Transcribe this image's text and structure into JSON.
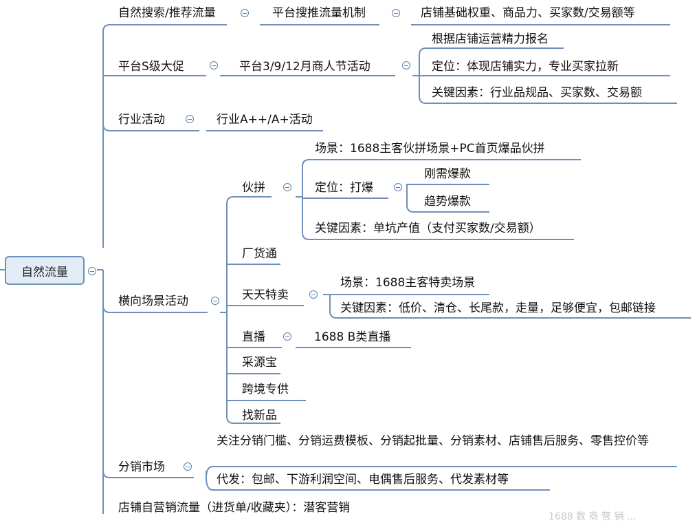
{
  "root": "自然流量",
  "b1": {
    "label": "自然搜索/推荐流量",
    "c1": "平台搜推流量机制",
    "c2": "店铺基础权重、商品力、买家数/交易额等"
  },
  "b2": {
    "label": "平台S级大促",
    "c1": "平台3/9/12月商人节活动",
    "leaves": [
      "根据店铺运营精力报名",
      "定位：体现店铺实力，专业买家拉新",
      "关键因素：行业品规品、买家数、交易额"
    ]
  },
  "b3": {
    "label": "行业活动",
    "c1": "行业A++/A+活动"
  },
  "b4": {
    "label": "横向场景活动",
    "huopin": {
      "label": "伙拼",
      "scene": "场景：1688主客伙拼场景+PC首页爆品伙拼",
      "pos": "定位：打爆",
      "pos_leaves": [
        "刚需爆款",
        "趋势爆款"
      ],
      "key": "关键因素：单坑产值（支付买家数/交易额）"
    },
    "changhuotong": "厂货通",
    "tiantian": {
      "label": "天天特卖",
      "scene": "场景：1688主客特卖场景",
      "key": "关键因素：低价、清仓、长尾款，走量，足够便宜，包邮链接"
    },
    "zhibo": {
      "label": "直播",
      "c1": "1688 B类直播"
    },
    "caiyuanbao": "采源宝",
    "kuajing": "跨境专供",
    "zhaoxinpin": "找新品"
  },
  "b5": {
    "label": "分销市场",
    "c1": "关注分销门槛、分销运费模板、分销起批量、分销素材、店铺售后服务、零售控价等",
    "c2": "代发：包邮、下游利润空间、电偶售后服务、代发素材等"
  },
  "b6": {
    "label": "店铺自营销流量（进货单/收藏夹）：潜客营销"
  },
  "watermark": "1688 数 商 营 销 ..."
}
